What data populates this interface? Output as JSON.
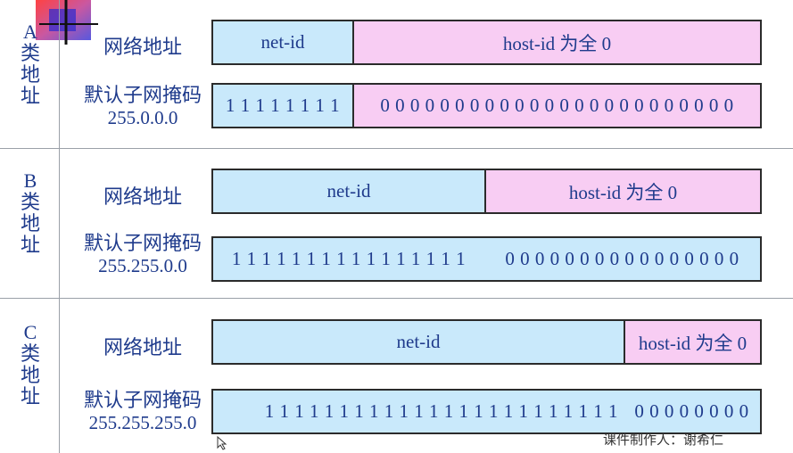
{
  "labels": {
    "network_address": "网络地址",
    "subnet_mask": "默认子网掩码"
  },
  "classes": [
    {
      "name": "A类地址",
      "chars": [
        "A",
        "类",
        "地",
        "址"
      ],
      "net": "net-id",
      "host": "host-id 为全 0",
      "mask_ip": "255.0.0.0",
      "mask_ones": "1 1 1 1 1 1 1 1",
      "mask_zeros": "0 0 0 0 0 0 0 0 0 0 0 0 0 0 0 0 0 0 0 0 0 0 0 0",
      "net_bits": 8
    },
    {
      "name": "B类地址",
      "chars": [
        "B",
        "类",
        "地",
        "址"
      ],
      "net": "net-id",
      "host": "host-id 为全 0",
      "mask_ip": "255.255.0.0",
      "mask_ones": "1 1 1 1 1 1 1 1 1 1 1 1 1 1 1 1",
      "mask_zeros": "0 0 0 0 0 0 0 0 0 0 0 0 0 0 0 0",
      "net_bits": 16
    },
    {
      "name": "C类地址",
      "chars": [
        "C",
        "类",
        "地",
        "址"
      ],
      "net": "net-id",
      "host": "host-id 为全 0",
      "mask_ip": "255.255.255.0",
      "mask_ones": "1 1 1 1 1 1 1 1 1 1 1 1 1 1 1 1 1 1 1 1 1 1 1 1",
      "mask_zeros": "0 0 0 0 0 0 0 0",
      "net_bits": 24
    }
  ],
  "footer": "课件制作人：谢希仁",
  "colors": {
    "net": "#c9e9fb",
    "host": "#f8cdf3",
    "text": "#1f3b8c"
  }
}
